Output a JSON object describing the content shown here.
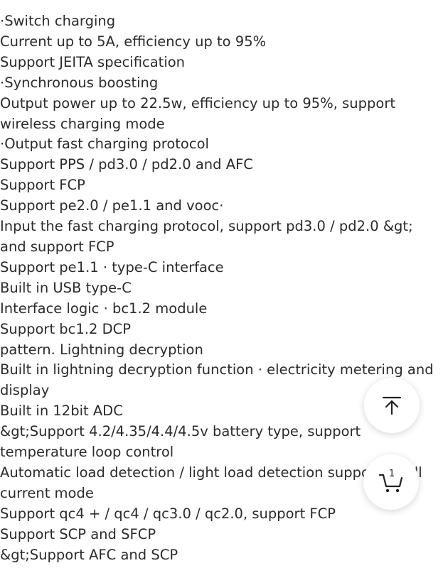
{
  "lines": [
    "·Switch charging",
    "Current up to 5A, efficiency up to 95%",
    "Support JEITA specification",
    "·Synchronous boosting",
    "Output power up to 22.5w, efficiency up to 95%, support",
    "wireless charging mode",
    "·Output fast charging protocol",
    "Support PPS / pd3.0 / pd2.0 and AFC",
    "Support FCP",
    "Support pe2.0 / pe1.1 and vooc·",
    "Input the fast charging protocol, support pd3.0 / pd2.0 &gt;",
    "and support FCP",
    "Support pe1.1 · type-C interface",
    "Built in USB type-C",
    "Interface logic · bc1.2 module",
    "Support bc1.2 DCP",
    "pattern. Lightning decryption",
    "Built in lightning decryption function · electricity metering and",
    "display",
    "Built in 12bit ADC",
    "&gt;Support 4.2/4.35/4.4/4.5v battery type, support",
    "temperature loop control",
    "Automatic load detection / light load detection support small",
    "current mode",
    "Support qc4 + / qc4 / qc3.0 / qc2.0, support FCP",
    "Support SCP and SFCP",
    "&gt;Support AFC and SCP"
  ],
  "buttons": {
    "back_to_top_icon": "arrow-up-to-top-icon",
    "cart_icon": "shopping-cart-icon",
    "cart_count": "1"
  }
}
